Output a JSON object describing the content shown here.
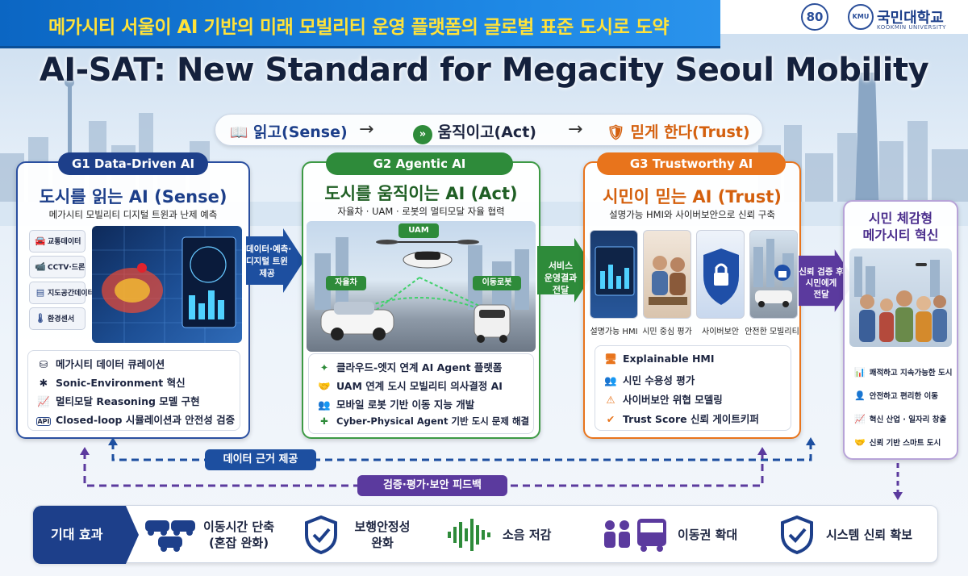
{
  "banner": {
    "text": "메가시티 서울이 AI 기반의 미래 모빌리티 운영 플랫폼의 글로벌 표준 도시로 도약"
  },
  "logos": {
    "anniv": "80",
    "kmu_mark": "KMU",
    "kmu_name": "국민대학교",
    "kmu_en": "KOOKMIN UNIVERSITY"
  },
  "title": "AI-SAT: New Standard for Megacity Seoul Mobility",
  "flow": {
    "sense": "읽고(Sense)",
    "act": "움직이고(Act)",
    "trust": "믿게 한다(Trust)",
    "arrow": "→"
  },
  "g1": {
    "pill": "G1 Data-Driven AI",
    "title": "도시를 읽는 AI (Sense)",
    "subtitle": "메가시티 모빌리티 디지털 트윈과 난제 예측",
    "sources": [
      "교통데이터",
      "CCTV·드론",
      "지도공간데이터",
      "환경센서"
    ],
    "features": [
      "메가시티 데이터 큐레이션",
      "Sonic-Environment 혁신",
      "멀티모달 Reasoning 모델 구현",
      "Closed-loop 시뮬레이션과 안전성 검증"
    ],
    "feature_icons": [
      "db-icon",
      "sonic-icon",
      "chart-icon",
      "api-icon"
    ]
  },
  "arrow1": {
    "line1": "데이터·예측·",
    "line2": "디지털 트윈",
    "line3": "제공"
  },
  "g2": {
    "pill": "G2 Agentic AI",
    "title": "도시를 움직이는 AI (Act)",
    "subtitle": "자율차 · UAM · 로봇의 멀티모달 자율 협력",
    "tags": {
      "uam": "UAM",
      "car": "자율차",
      "robot": "이동로봇"
    },
    "features": [
      "클라우드-엣지 연계 AI Agent 플랫폼",
      "UAM 연계 도시 모빌리티 의사결정 AI",
      "모바일 로봇 기반 이동 지능 개발",
      "Cyber-Physical Agent 기반 도시 문제 해결"
    ]
  },
  "arrow2": {
    "line1": "서비스",
    "line2": "운영결과",
    "line3": "전달"
  },
  "g3": {
    "pill": "G3 Trustworthy AI",
    "title": "시민이 믿는 AI (Trust)",
    "subtitle": "설명가능 HMI와 사이버보안으로 신뢰 구축",
    "thumbs": [
      "설명가능 HMI",
      "시민 중심 평가",
      "사이버보안",
      "안전한 모빌리티"
    ],
    "features": [
      "Explainable HMI",
      "시민 수용성 평가",
      "사이버보안 위협 모델링",
      "Trust Score 신뢰 게이트키퍼"
    ]
  },
  "arrow3": {
    "line1": "신뢰 검증 후",
    "line2": "시민에게",
    "line3": "전달"
  },
  "citizen": {
    "title_line1": "시민 체감형",
    "title_line2": "메가시티 혁신",
    "features": [
      "쾌적하고 지속가능한 도시",
      "안전하고 편리한 이동",
      "혁신 산업 · 일자리 창출",
      "신뢰 기반 스마트 도시"
    ]
  },
  "feedback": {
    "data": "데이터 근거 제공",
    "verify": "검증·평가·보안 피드백"
  },
  "effects": {
    "label": "기대 효과",
    "items": [
      {
        "line1": "이동시간 단축",
        "line2": "(혼잡 완화)",
        "icon": "cars-icon"
      },
      {
        "line1": "보행안정성",
        "line2": "완화",
        "icon": "shield-check-icon"
      },
      {
        "line1": "소음 저감",
        "line2": "",
        "icon": "soundwave-icon"
      },
      {
        "line1": "이동권 확대",
        "line2": "",
        "icon": "people-bus-icon"
      },
      {
        "line1": "시스템 신뢰 확보",
        "line2": "",
        "icon": "shield-check-icon"
      }
    ]
  },
  "colors": {
    "blue": "#1d3f8a",
    "green": "#2e8b3a",
    "orange": "#e8741c",
    "purple": "#5b3a9e"
  }
}
